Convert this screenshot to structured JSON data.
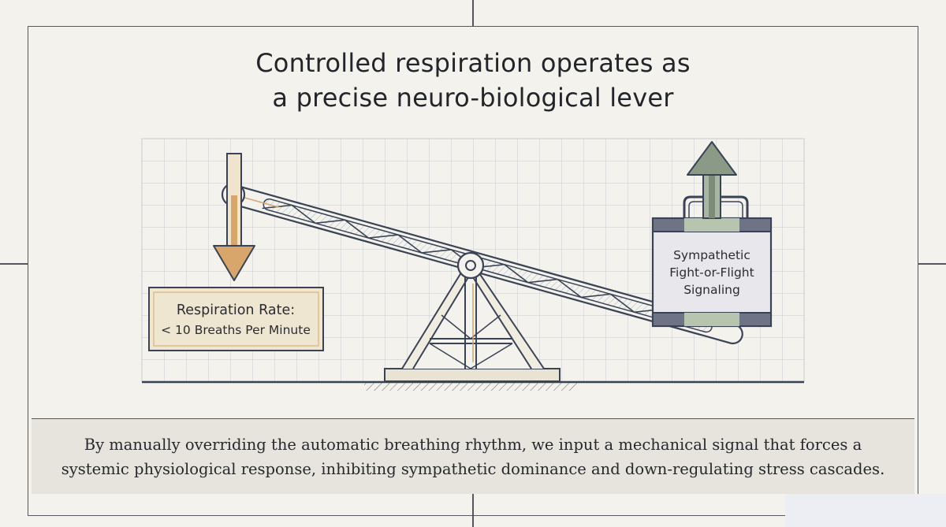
{
  "title": {
    "line1": "Controlled respiration operates as",
    "line2": "a precise neuro-biological lever"
  },
  "diagram": {
    "input_label": {
      "line1": "Respiration Rate:",
      "line2": "< 10 Breaths Per Minute"
    },
    "weight_label": {
      "line1": "Sympathetic",
      "line2": "Fight-or-Flight",
      "line3": "Signaling"
    },
    "colors": {
      "down_arrow": "#d8a56a",
      "up_arrow": "#8a9a86",
      "ink": "#3a4356",
      "label_box": "#efe6d2",
      "weight_box": "#e8e8ec",
      "caption_band": "#e6e4dd"
    },
    "icons": [
      "down-arrow-icon",
      "up-arrow-icon",
      "pivot-icon"
    ]
  },
  "caption": {
    "line1": "By manually overriding the automatic breathing rhythm, we input a mechanical signal that forces a",
    "line2": "systemic physiological response, inhibiting sympathetic dominance and down-regulating stress cascades."
  }
}
